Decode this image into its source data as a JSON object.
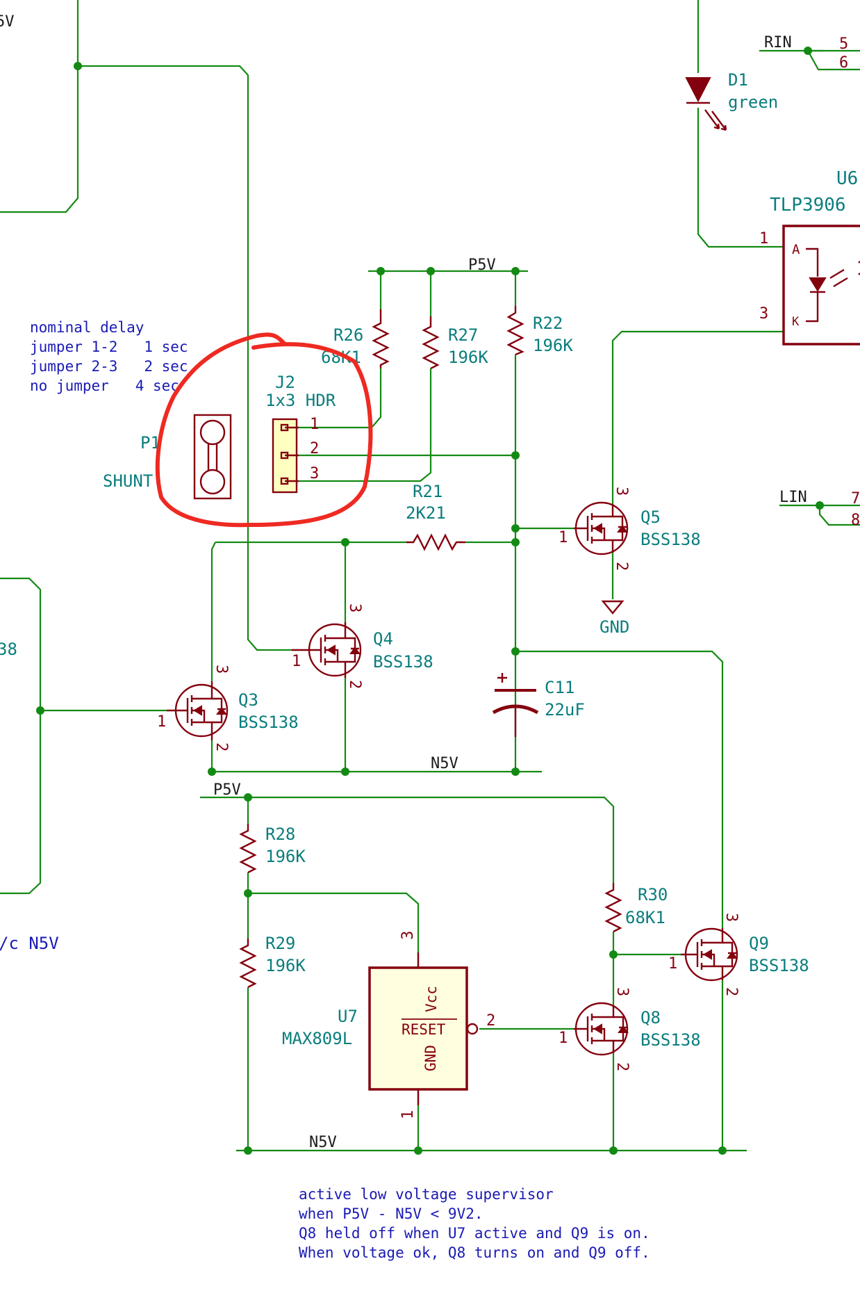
{
  "nets": {
    "p5v_top": "P5V",
    "p5v_bottom": "P5V",
    "n5v_mid": "N5V",
    "n5v_bottom": "N5V",
    "gnd": "GND",
    "rin": "RIN",
    "lin": "LIN",
    "v5_edge": "5V",
    "vc_n5v": "/c N5V",
    "edge_38": "38"
  },
  "components": {
    "d1": {
      "ref": "D1",
      "value": "green"
    },
    "u6": {
      "ref": "U6",
      "value": "TLP3906",
      "pin_a": "A",
      "pin_k": "K",
      "pin1": "1",
      "pin3": "3"
    },
    "r26": {
      "ref": "R26",
      "value": "68K1"
    },
    "r27": {
      "ref": "R27",
      "value": "196K"
    },
    "r22": {
      "ref": "R22",
      "value": "196K"
    },
    "r21": {
      "ref": "R21",
      "value": "2K21"
    },
    "r28": {
      "ref": "R28",
      "value": "196K"
    },
    "r29": {
      "ref": "R29",
      "value": "196K"
    },
    "r30": {
      "ref": "R30",
      "value": "68K1"
    },
    "c11": {
      "ref": "C11",
      "value": "22uF"
    },
    "j2": {
      "ref": "J2",
      "value": "1x3 HDR",
      "pins": [
        "1",
        "2",
        "3"
      ]
    },
    "p1": {
      "ref": "P1",
      "value": "SHUNT"
    },
    "q3": {
      "ref": "Q3",
      "value": "BSS138"
    },
    "q4": {
      "ref": "Q4",
      "value": "BSS138"
    },
    "q5": {
      "ref": "Q5",
      "value": "BSS138"
    },
    "q8": {
      "ref": "Q8",
      "value": "BSS138"
    },
    "q9": {
      "ref": "Q9",
      "value": "BSS138"
    },
    "u7": {
      "ref": "U7",
      "value": "MAX809L",
      "vcc": "Vcc",
      "reset": "RESET",
      "gnd": "GND",
      "pin1": "1",
      "pin2": "2",
      "pin3": "3"
    }
  },
  "connector_pins": {
    "rin_a": "5",
    "rin_b": "6",
    "lin_a": "7",
    "lin_b": "8"
  },
  "mosfet_pins": {
    "gate": "1",
    "source": "2",
    "drain": "3"
  },
  "notes": {
    "delay": [
      "nominal delay",
      "jumper 1-2   1 sec",
      "jumper 2-3   2 sec",
      "no jumper   4 sec"
    ],
    "supervisor": [
      "active low voltage supervisor",
      "when P5V - N5V < 9V2.",
      "Q8 held off when U7 active and Q9 is on.",
      "When voltage ok, Q8 turns on and Q9 off."
    ]
  },
  "colors": {
    "wire": "#138a13",
    "component": "#84000e",
    "label": "#0b7d7d",
    "note": "#1a1ab4",
    "highlight": "#ee2a22"
  }
}
